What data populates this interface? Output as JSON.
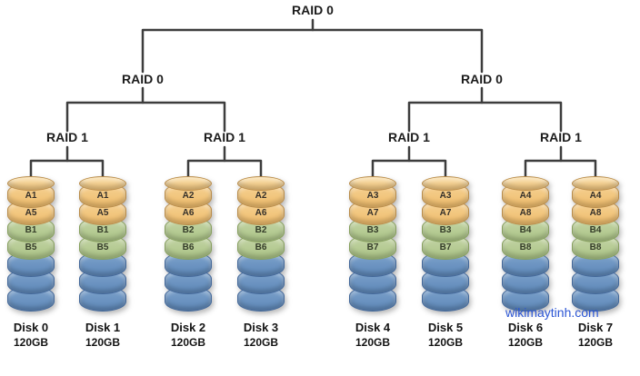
{
  "tree": {
    "root": "RAID 0",
    "level2": [
      {
        "label": "RAID 0"
      },
      {
        "label": "RAID 0"
      }
    ],
    "level3": [
      {
        "label": "RAID 1"
      },
      {
        "label": "RAID 1"
      },
      {
        "label": "RAID 1"
      },
      {
        "label": "RAID 1"
      }
    ]
  },
  "disks": [
    {
      "name": "Disk 0",
      "size": "120GB",
      "segments": [
        "A1",
        "A5",
        "B1",
        "B5"
      ]
    },
    {
      "name": "Disk 1",
      "size": "120GB",
      "segments": [
        "A1",
        "A5",
        "B1",
        "B5"
      ]
    },
    {
      "name": "Disk 2",
      "size": "120GB",
      "segments": [
        "A2",
        "A6",
        "B2",
        "B6"
      ]
    },
    {
      "name": "Disk 3",
      "size": "120GB",
      "segments": [
        "A2",
        "A6",
        "B2",
        "B6"
      ]
    },
    {
      "name": "Disk 4",
      "size": "120GB",
      "segments": [
        "A3",
        "A7",
        "B3",
        "B7"
      ]
    },
    {
      "name": "Disk 5",
      "size": "120GB",
      "segments": [
        "A3",
        "A7",
        "B3",
        "B7"
      ]
    },
    {
      "name": "Disk 6",
      "size": "120GB",
      "segments": [
        "A4",
        "A8",
        "B4",
        "B8"
      ]
    },
    {
      "name": "Disk 7",
      "size": "120GB",
      "segments": [
        "A4",
        "A8",
        "B4",
        "B8"
      ]
    }
  ],
  "watermark": "wikimaytinh.com",
  "colors": {
    "segment_orange": "#eebb6a",
    "segment_green": "#a9c284",
    "segment_blue": "#5d87b8",
    "connector_line": "#3d3d3d",
    "watermark_blue": "#2b55d4"
  }
}
